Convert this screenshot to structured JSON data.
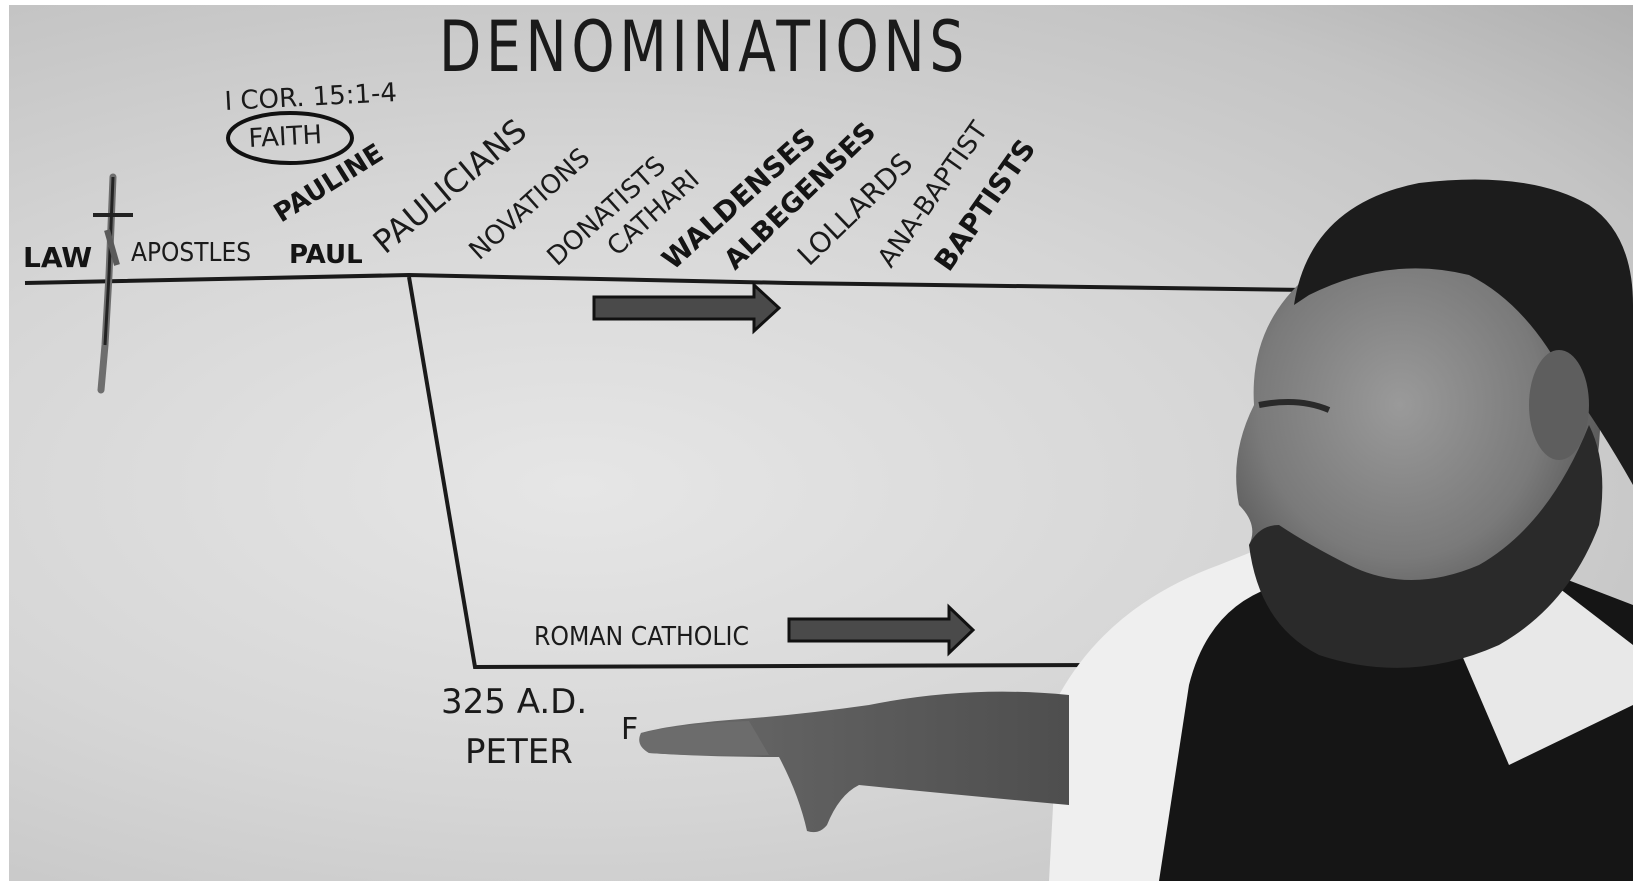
{
  "board": {
    "title": "DENOMINATIONS",
    "reference": "I COR. 15:1-4",
    "faith": "FAITH",
    "pauline": "PAULINE",
    "timeline": {
      "law": "LAW",
      "apostles": "APOSTLES",
      "paul": "PAUL",
      "groups": [
        "PAULICIANS",
        "NOVATIONS",
        "DONATISTS",
        "CATHARI",
        "WALDENSES",
        "ALBEGENSES",
        "LOLLARDS",
        "ANA-BAPTIST",
        "BAPTISTS"
      ]
    },
    "branch": {
      "label": "ROMAN CATHOLIC",
      "date": "325 A.D.",
      "peter": "PETER",
      "partial": "F"
    }
  },
  "colors": {
    "board": "#d6d6d6",
    "ink": "#111111",
    "arrow_fill": "#4a4a4a",
    "shirt": "#efefef",
    "vest": "#151515"
  }
}
